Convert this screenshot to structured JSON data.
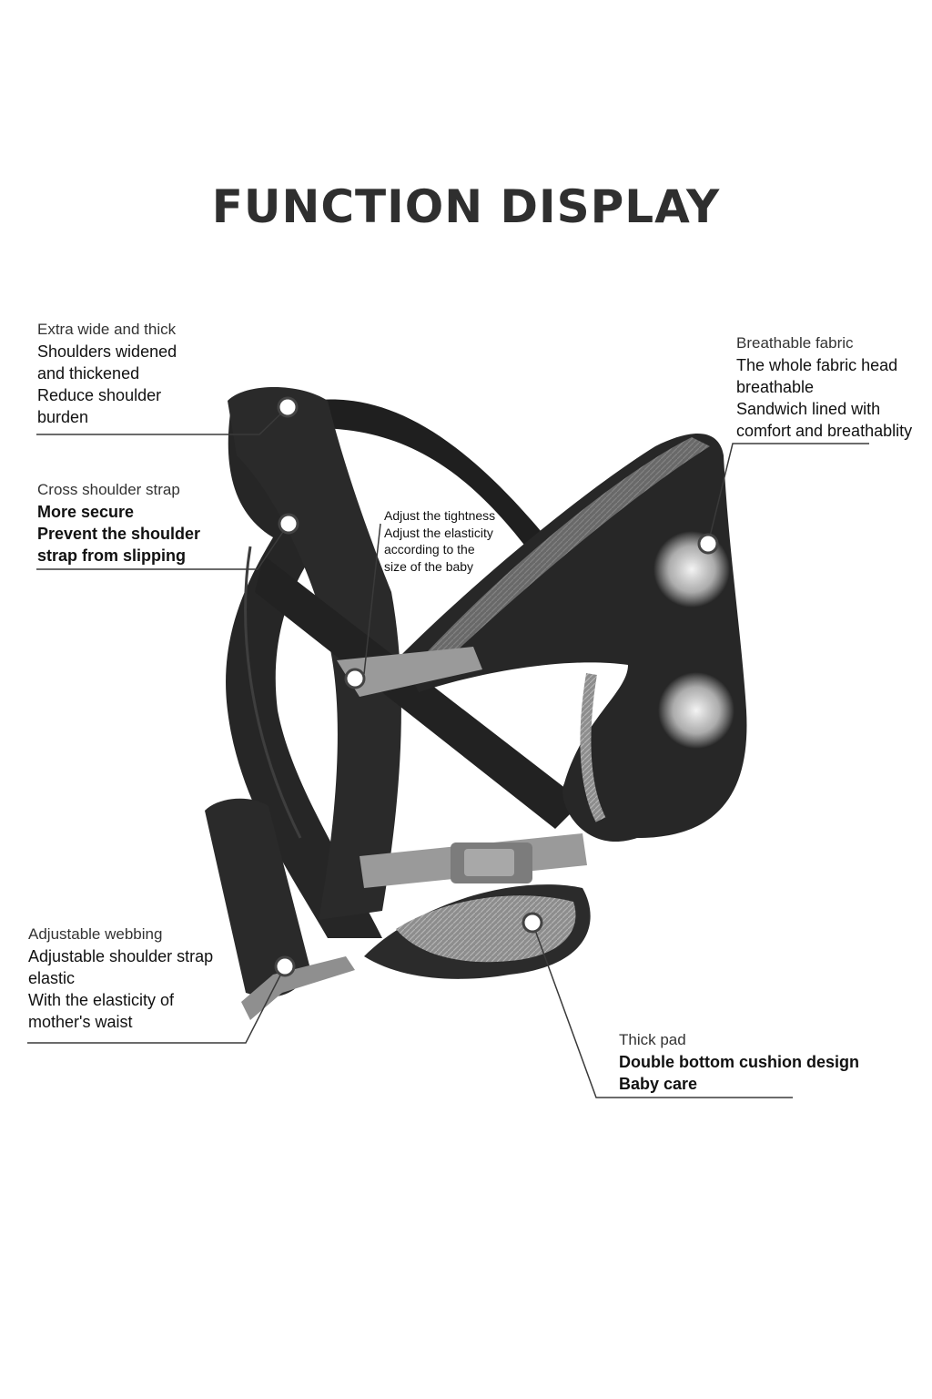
{
  "title": "FUNCTION DISPLAY",
  "colors": {
    "title": "#2f2f2f",
    "carrier": "#262626",
    "mesh": "#8a8a8a",
    "line": "#3a3a3a"
  },
  "callouts": {
    "shoulders": {
      "heading": "Extra wide and thick",
      "lines": [
        "Shoulders widened",
        "and thickened",
        "Reduce shoulder",
        "burden"
      ]
    },
    "cross": {
      "heading": "Cross shoulder strap",
      "lines": [
        "More secure",
        "Prevent the shoulder",
        "strap from slipping"
      ]
    },
    "tightness": {
      "heading": "Adjust the tightness",
      "lines": [
        "Adjust the elasticity",
        "according to the",
        "size of the baby"
      ]
    },
    "breathable": {
      "heading": "Breathable fabric",
      "lines": [
        "The whole fabric head",
        "breathable",
        "Sandwich lined with",
        "comfort and breathablity"
      ]
    },
    "webbing": {
      "heading": "Adjustable webbing",
      "lines": [
        "Adjustable shoulder strap",
        "elastic",
        "With the elasticity of",
        "mother's waist"
      ]
    },
    "pad": {
      "heading": "Thick pad",
      "lines": [
        "Double bottom cushion  design",
        "Baby care"
      ]
    }
  }
}
